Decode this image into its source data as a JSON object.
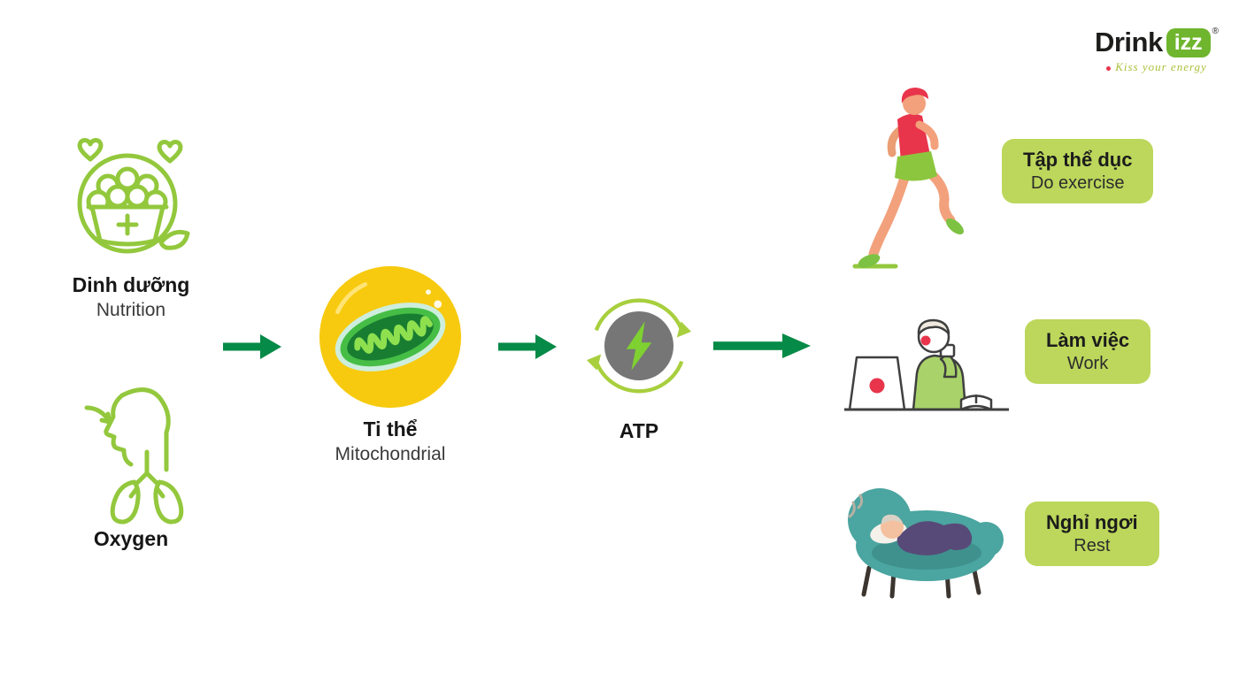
{
  "logo": {
    "brand": "Drink",
    "brand_badge": "izz",
    "registered": "®",
    "tagline": "Kiss your energy"
  },
  "flow": {
    "inputs": [
      {
        "title": "Dinh dưỡng",
        "subtitle": "Nutrition",
        "icon": "nutrition-food-bowl-icon"
      },
      {
        "title": "Oxygen",
        "icon": "oxygen-lungs-icon"
      }
    ],
    "mitochondria": {
      "title": "Ti thể",
      "subtitle": "Mitochondrial",
      "icon": "mitochondria-illustration"
    },
    "atp": {
      "title": "ATP",
      "icon": "atp-energy-recycle-icon"
    },
    "outputs": [
      {
        "title": "Tập thể dục",
        "subtitle": "Do exercise",
        "icon": "runner-illustration"
      },
      {
        "title": "Làm việc",
        "subtitle": "Work",
        "icon": "working-illustration"
      },
      {
        "title": "Nghỉ ngơi",
        "subtitle": "Rest",
        "icon": "resting-illustration"
      }
    ]
  },
  "colors": {
    "arrow_green": "#068a47",
    "line_art_green": "#93c83d",
    "badge_green": "#bcd75b",
    "mito_yellow": "#f7ca0f",
    "atp_gray": "#767676",
    "bolt_green": "#7fd131",
    "couch_teal": "#4ba5a0",
    "accent_red": "#e8354b"
  }
}
